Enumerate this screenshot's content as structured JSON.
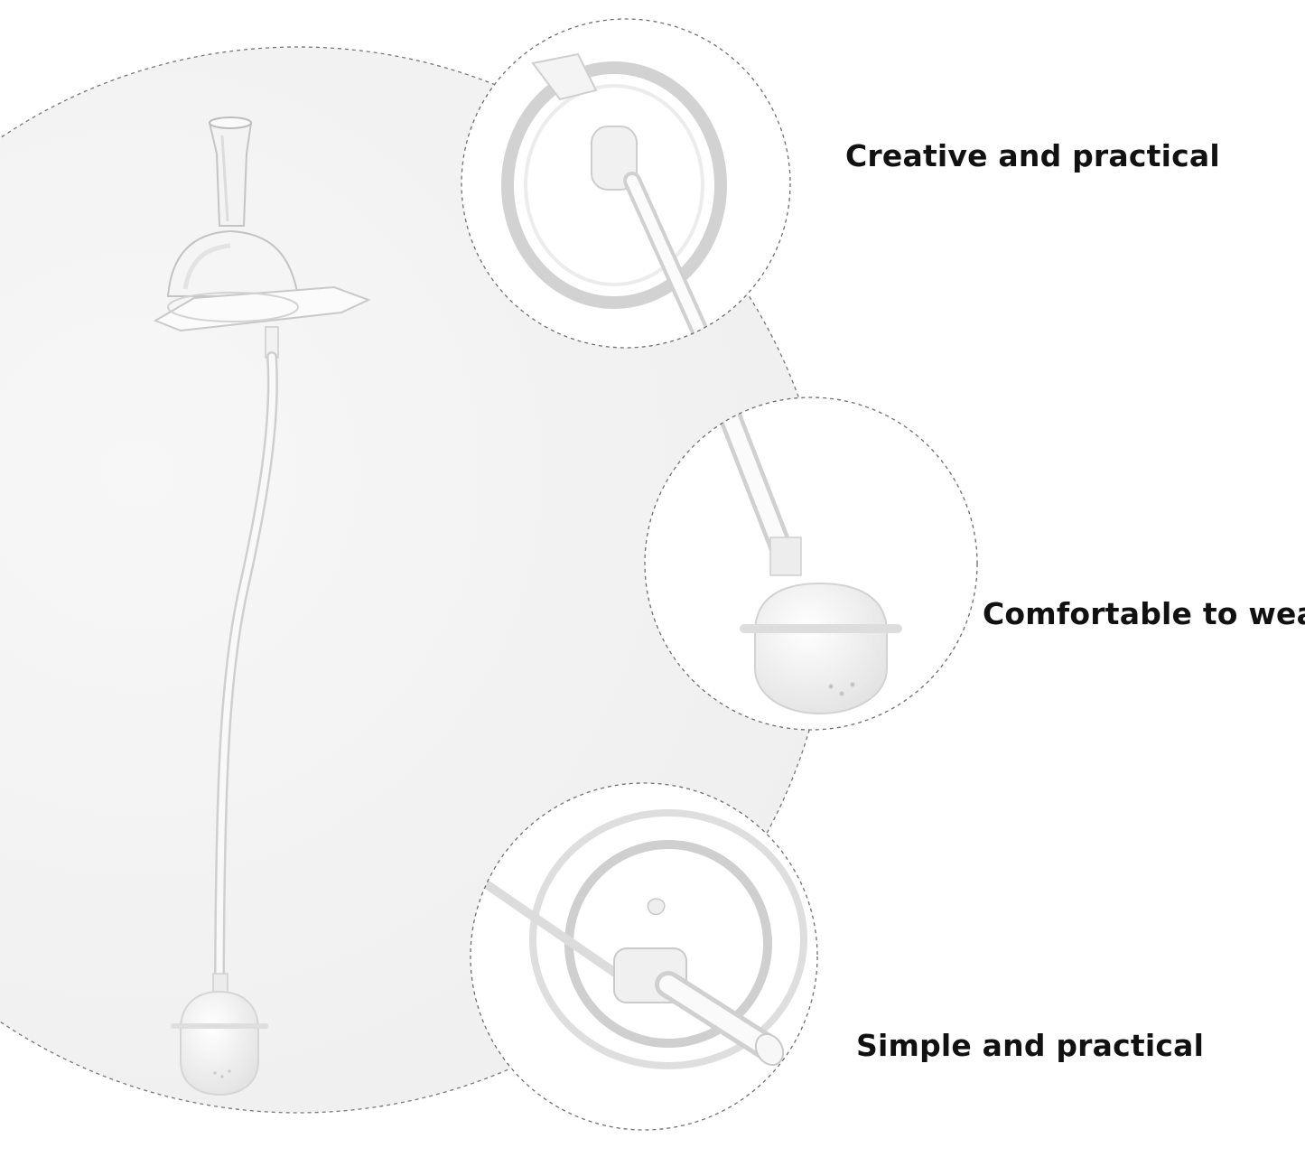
{
  "features": [
    {
      "label": "Creative and practical",
      "detail_icon": "spout-top-view-icon"
    },
    {
      "label": "Comfortable to wear",
      "detail_icon": "weighted-ball-icon"
    },
    {
      "label": "Simple and practical",
      "detail_icon": "spout-bottom-view-icon"
    }
  ],
  "product_icon": "straw-assembly-icon",
  "colors": {
    "outline": "#6f6f6f",
    "background": "#ffffff",
    "panel": "#f4f4f4",
    "text": "#111111"
  }
}
